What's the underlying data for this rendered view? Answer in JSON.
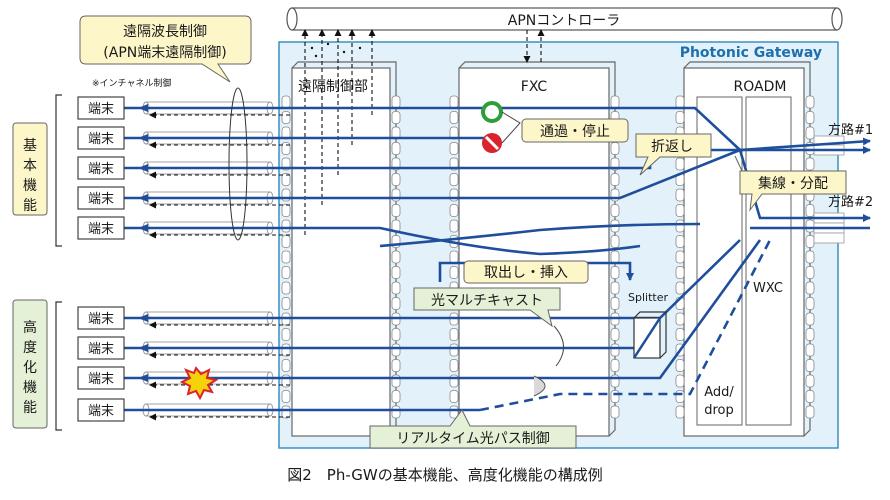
{
  "diagram": {
    "apn_controller": "APNコントローラ",
    "photonic_gateway": "Photonic Gateway",
    "remote_control_unit": "遠隔制御部",
    "fxc": "FXC",
    "roadm": "ROADM",
    "wxc": "WXC",
    "add_drop_line1": "Add/",
    "add_drop_line2": "drop",
    "splitter": "Splitter",
    "remote_wavelength_line1": "遠隔波長制御",
    "remote_wavelength_line2": "(APN端末遠隔制御)",
    "in_channel_note": "※インチャネル制御",
    "terminal": "端末",
    "basic_function": "基本機能",
    "advanced_function": "高度化機能",
    "pass_stop": "通過・停止",
    "fold_back": "折返し",
    "aggregate_distribute": "集線・分配",
    "extract_insert": "取出し・挿入",
    "optical_multicast": "光マルチキャスト",
    "realtime_path_control": "リアルタイム光パス制御",
    "direction1": "方路#1",
    "direction2": "方路#2"
  },
  "colors": {
    "line_blue": "#1f4e9c",
    "gateway_fill": "#e3f1fb",
    "gateway_border": "#3b8fc4",
    "gateway_label": "#1d6fae",
    "callout_yellow": "#fdf6c9",
    "callout_green": "#e4f1d6",
    "pass_green": "#2e9e3a",
    "stop_red": "#d9232e"
  },
  "caption": "図2　Ph-GWの基本機能、高度化機能の構成例"
}
